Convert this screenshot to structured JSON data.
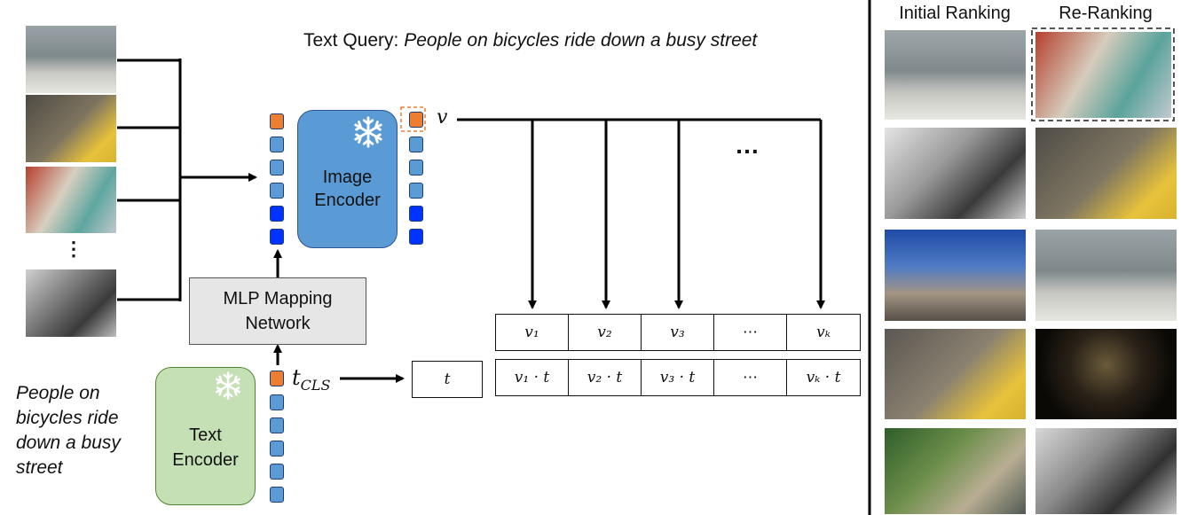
{
  "query": {
    "prefix": "Text Query: ",
    "text": "People on bicycles ride down a busy street"
  },
  "left_caption": [
    "People on",
    "bicycles ride",
    "down a busy",
    "street"
  ],
  "ellipsis_vertical": "⋮",
  "image_encoder": {
    "line1": "Image",
    "line2": "Encoder",
    "icon": "snowflake-icon"
  },
  "text_encoder": {
    "line1": "Text",
    "line2": "Encoder",
    "icon": "snowflake-icon"
  },
  "mlp": {
    "line1": "MLP Mapping",
    "line2": "Network"
  },
  "v_label": "v",
  "tcls_label": "t",
  "tcls_sub": "CLS",
  "t_box": "t",
  "dots": "…",
  "top_row": [
    "v₁",
    "v₂",
    "v₃",
    "⋯",
    "vₖ"
  ],
  "bottom_row": [
    "v₁ · t",
    "v₂ · t",
    "v₃ · t",
    "⋯",
    "vₖ · t"
  ],
  "panel": {
    "initial": "Initial Ranking",
    "rerank": "Re-Ranking"
  },
  "colors": {
    "image_encoder_fill": "#5b9bd5",
    "text_encoder_fill": "#c5e0b4",
    "mlp_fill": "#e7e6e6",
    "token_orange": "#ed7d31",
    "token_blue": "#5b9bd5",
    "token_dark": "#0033ff"
  }
}
